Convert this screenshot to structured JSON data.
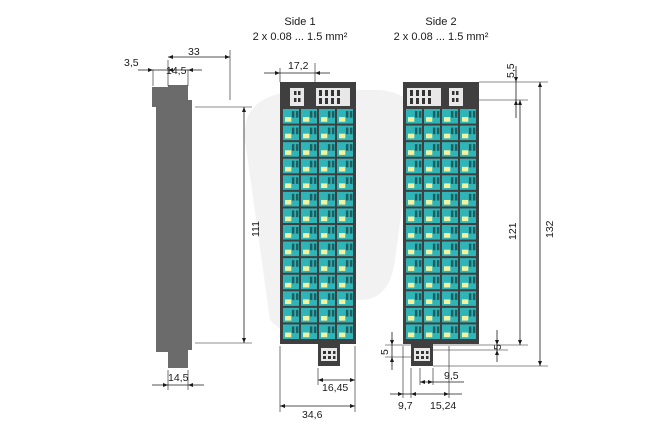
{
  "side1": {
    "title": "Side 1",
    "spec": "2 x 0.08 ... 1.5 mm²"
  },
  "side2": {
    "title": "Side 2",
    "spec": "2 x 0.08 ... 1.5 mm²"
  },
  "dims": {
    "side_total": "33",
    "side_offset": "3,5",
    "side_top_width": "14,5",
    "side_bottom_width": "14,5",
    "side_height": "111",
    "s1_pitch": "17,2",
    "s1_connector": "16,45",
    "s1_width": "34,6",
    "s2_top": "5,5",
    "s2_height_inner": "121",
    "s2_height_total": "132",
    "s2_five_left": "5",
    "s2_five_right": "5",
    "s2_nine5": "9,5",
    "s2_nine7": "9,7",
    "s2_pitch": "15,24"
  },
  "colors": {
    "housing": "#3f3f3f",
    "terminal": "#2fb5b8",
    "marker": "#f2f2a0",
    "side_profile": "#6b6b6b",
    "watermark": "#efefef"
  },
  "rows": 14,
  "cols": 4
}
